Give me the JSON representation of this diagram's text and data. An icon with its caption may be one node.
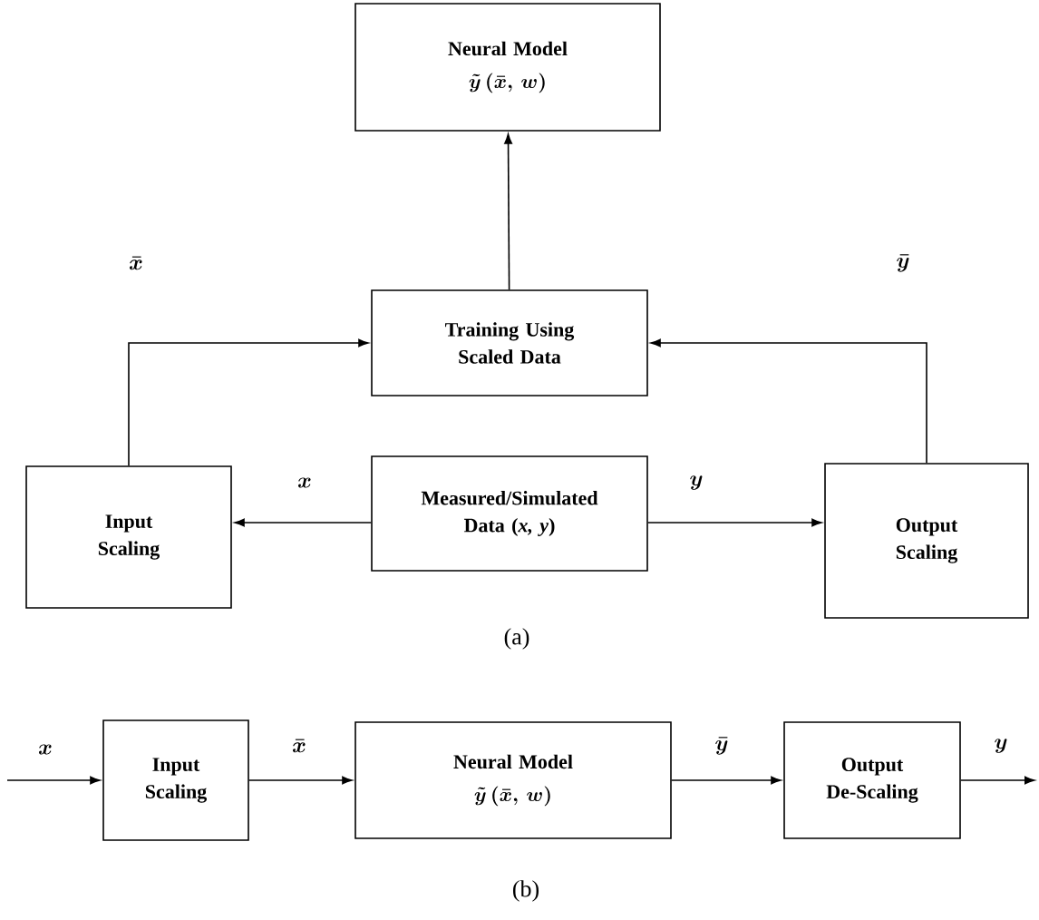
{
  "diagram": {
    "nodes": [
      {
        "text": [
          "Neural Model",
          "\\tilde{y}\\,(\\bar{x},\\, w)"
        ]
      },
      {
        "text": [
          "Training Using Scaled Data"
        ]
      },
      {
        "text": [
          "Input Scaling"
        ]
      },
      {
        "text": [
          "Measured/Simulated Data (*x, y*)"
        ]
      },
      {
        "text": [
          "Output Scaling"
        ]
      },
      {
        "text": [
          "Input Scaling"
        ]
      },
      {
        "text": [
          "Neural Model",
          "\\tilde{y}\\,(\\bar{x},\\, w)"
        ]
      },
      {
        "text": [
          "Output De-Scaling"
        ]
      }
    ],
    "edges": [
      {
        "from": 1,
        "to": 0,
        "arrow": "to"
      },
      {
        "from": 3,
        "to": 2,
        "arrow": "to",
        "label": "x"
      },
      {
        "from": 3,
        "to": 4,
        "arrow": "to",
        "label": "y"
      },
      {
        "from": 2,
        "to": 1,
        "arrow": "to",
        "label": "\\bar{x}"
      },
      {
        "from": 4,
        "to": 1,
        "arrow": "to",
        "label": "\\bar{y}"
      },
      {
        "from": null,
        "to": 5,
        "arrow": "to",
        "label": "x"
      },
      {
        "from": 5,
        "to": 6,
        "arrow": "to",
        "label": "\\bar{x}"
      },
      {
        "from": 6,
        "to": 7,
        "arrow": "to",
        "label": "\\bar{y}"
      },
      {
        "from": 7,
        "to": null,
        "arrow": "to",
        "label": "y"
      }
    ],
    "labels": [
      "(a)",
      "(b)"
    ]
  }
}
